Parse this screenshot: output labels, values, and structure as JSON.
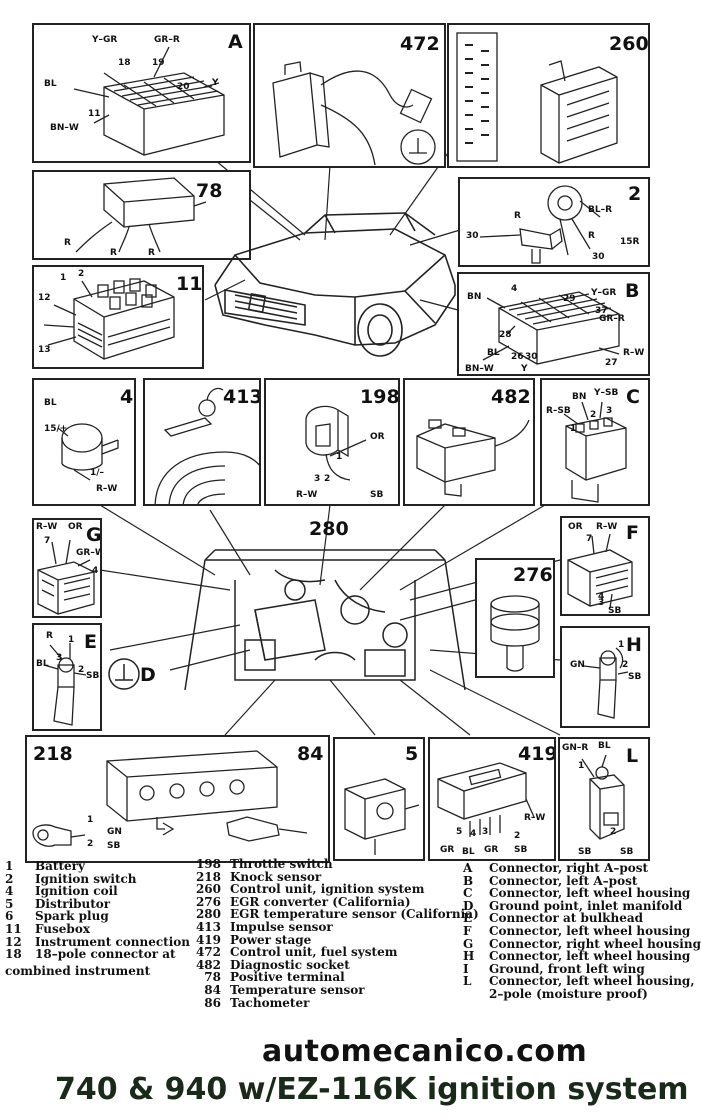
{
  "panels": {
    "A": {
      "id": "A",
      "pins": [
        "Y–GR",
        "GR–R",
        "18",
        "19",
        "BL",
        "20",
        "Y",
        "11",
        "BN–W"
      ]
    },
    "p472": {
      "id": "472"
    },
    "p260": {
      "id": "260"
    },
    "p78": {
      "id": "78",
      "pins": [
        "R",
        "R",
        "R"
      ]
    },
    "p2": {
      "id": "2",
      "pins": [
        "R",
        "BL–R",
        "30",
        "R",
        "15R",
        "30"
      ]
    },
    "p11": {
      "id": "11",
      "pins": [
        "1",
        "2",
        "12",
        "13"
      ]
    },
    "B": {
      "id": "B",
      "pins": [
        "4",
        "BN",
        "29",
        "Y–GR",
        "37",
        "GR–R",
        "28",
        "BL",
        "26",
        "30",
        "R–W",
        "27",
        "BN–W",
        "Y"
      ]
    },
    "p4": {
      "id": "4",
      "pins": [
        "BL",
        "15/+",
        "1/–",
        "R–W"
      ]
    },
    "p413": {
      "id": "413"
    },
    "p198": {
      "id": "198",
      "pins": [
        "OR",
        "1",
        "3",
        "2",
        "R–W",
        "SB"
      ]
    },
    "p482": {
      "id": "482"
    },
    "C": {
      "id": "C",
      "pins": [
        "BN",
        "Y–SB",
        "R–SB",
        "3",
        "2",
        "1"
      ]
    },
    "G": {
      "id": "G",
      "pins": [
        "R–W",
        "OR",
        "7",
        "GR–W",
        "4"
      ]
    },
    "p280": {
      "id": "280"
    },
    "F": {
      "id": "F",
      "pins": [
        "OR",
        "R–W",
        "7",
        "4",
        "3",
        "SB"
      ]
    },
    "p276": {
      "id": "276"
    },
    "E": {
      "id": "E",
      "pins": [
        "R",
        "1",
        "BL",
        "3",
        "2",
        "SB"
      ]
    },
    "D": {
      "id": "D"
    },
    "H": {
      "id": "H",
      "pins": [
        "1",
        "GN",
        "2",
        "SB"
      ]
    },
    "p218": {
      "id": "218",
      "pins": [
        "1",
        "GN",
        "2",
        "SB"
      ]
    },
    "p84": {
      "id": "84"
    },
    "p5": {
      "id": "5"
    },
    "p419": {
      "id": "419",
      "pins": [
        "R–W",
        "5",
        "4",
        "3",
        "2",
        "GR",
        "BL",
        "GR",
        "SB"
      ]
    },
    "L": {
      "id": "L",
      "pins": [
        "GN–R",
        "BL",
        "1",
        "2",
        "SB",
        "SB"
      ]
    }
  },
  "legend_numbers": [
    {
      "code": "1",
      "text": "Battery"
    },
    {
      "code": "2",
      "text": "Ignition switch"
    },
    {
      "code": "4",
      "text": "Ignition coil"
    },
    {
      "code": "5",
      "text": "Distributor"
    },
    {
      "code": "6",
      "text": "Spark plug"
    },
    {
      "code": "11",
      "text": "Fusebox"
    },
    {
      "code": "12",
      "text": "Instrument connection"
    },
    {
      "code": "18",
      "text": "18–pole connector at"
    },
    {
      "code": "",
      "text": "combined instrument"
    }
  ],
  "legend_components": [
    {
      "code": "198",
      "text": "Throttle switch"
    },
    {
      "code": "218",
      "text": "Knock sensor"
    },
    {
      "code": "260",
      "text": "Control unit, ignition system"
    },
    {
      "code": "276",
      "text": "EGR converter (California)"
    },
    {
      "code": "280",
      "text": "EGR temperature sensor (California)"
    },
    {
      "code": "413",
      "text": "Impulse sensor"
    },
    {
      "code": "419",
      "text": "Power stage"
    },
    {
      "code": "472",
      "text": "Control unit, fuel system"
    },
    {
      "code": "482",
      "text": "Diagnostic socket"
    },
    {
      "code": "78",
      "text": "Positive terminal"
    },
    {
      "code": "84",
      "text": "Temperature sensor"
    },
    {
      "code": "86",
      "text": "Tachometer"
    }
  ],
  "legend_connectors": [
    {
      "code": "A",
      "text": "Connector, right A–post"
    },
    {
      "code": "B",
      "text": "Connector, left A–post"
    },
    {
      "code": "C",
      "text": "Connector, left wheel housing"
    },
    {
      "code": "D",
      "text": "Ground point, inlet manifold"
    },
    {
      "code": "E",
      "text": "Connector at bulkhead"
    },
    {
      "code": "F",
      "text": "Connector, left wheel housing"
    },
    {
      "code": "G",
      "text": "Connector, right wheel housing"
    },
    {
      "code": "H",
      "text": "Connector, left wheel housing"
    },
    {
      "code": "I",
      "text": "Ground, front left wing"
    },
    {
      "code": "L",
      "text": "Connector, left wheel housing,"
    },
    {
      "code": "",
      "text": "2–pole (moisture proof)"
    }
  ],
  "footer": {
    "site": "automecanico.com",
    "title": "740 & 940 w/EZ-116K ignition system"
  }
}
